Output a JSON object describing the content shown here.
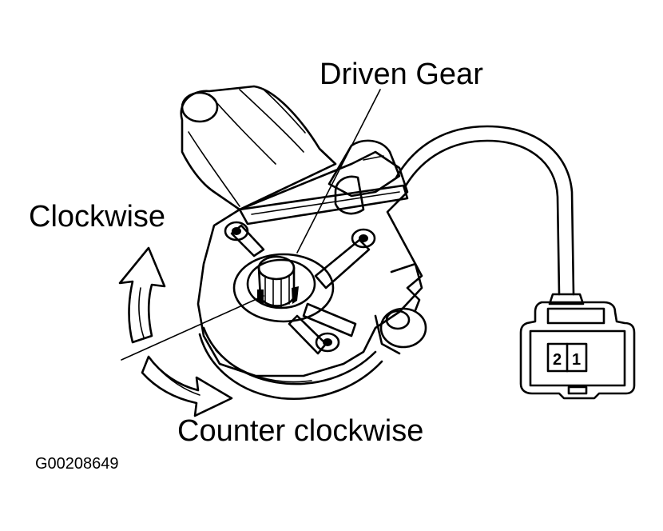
{
  "labels": {
    "driven_gear": "Driven Gear",
    "clockwise": "Clockwise",
    "counter_clockwise": "Counter clockwise",
    "figure_id": "G00208649"
  },
  "connector": {
    "pin_2": "2",
    "pin_1": "1"
  }
}
